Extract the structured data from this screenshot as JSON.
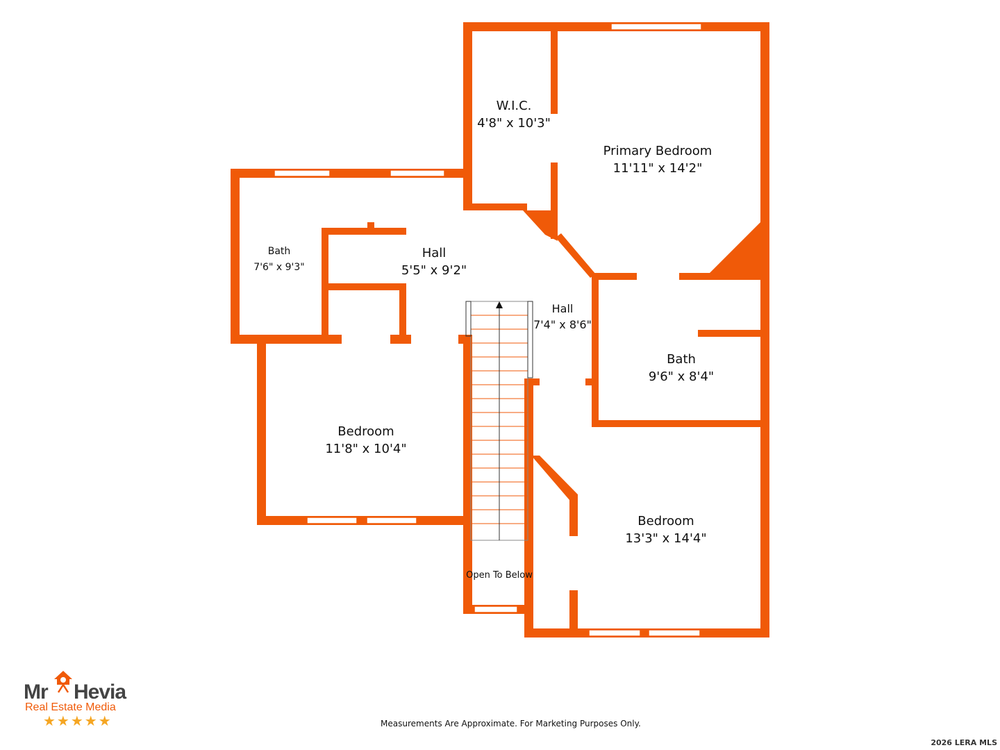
{
  "rooms": {
    "wic": {
      "name": "W.I.C.",
      "dims": "4'8\" x 10'3\""
    },
    "primary_bedroom": {
      "name": "Primary Bedroom",
      "dims": "11'11\" x 14'2\""
    },
    "bath_left": {
      "name": "Bath",
      "dims": "7'6\" x 9'3\""
    },
    "hall_upper": {
      "name": "Hall",
      "dims": "5'5\" x 9'2\""
    },
    "hall_center": {
      "name": "Hall",
      "dims": "7'4\" x 8'6\""
    },
    "bath_right": {
      "name": "Bath",
      "dims": "9'6\" x 8'4\""
    },
    "bedroom_left": {
      "name": "Bedroom",
      "dims": "11'8\" x 10'4\""
    },
    "bedroom_right": {
      "name": "Bedroom",
      "dims": "13'3\" x 14'4\""
    },
    "open_to_below": {
      "name": "Open To Below"
    }
  },
  "logo": {
    "mr": "Mr",
    "hevia": "Hevia",
    "subtitle": "Real Estate Media",
    "stars": "★★★★★"
  },
  "footer": {
    "disclaimer": "Measurements Are Approximate. For Marketing Purposes Only.",
    "copyright": "2026 LERA MLS"
  },
  "colors": {
    "wall": "#f05a08",
    "background": "#ffffff",
    "text": "#111111"
  }
}
